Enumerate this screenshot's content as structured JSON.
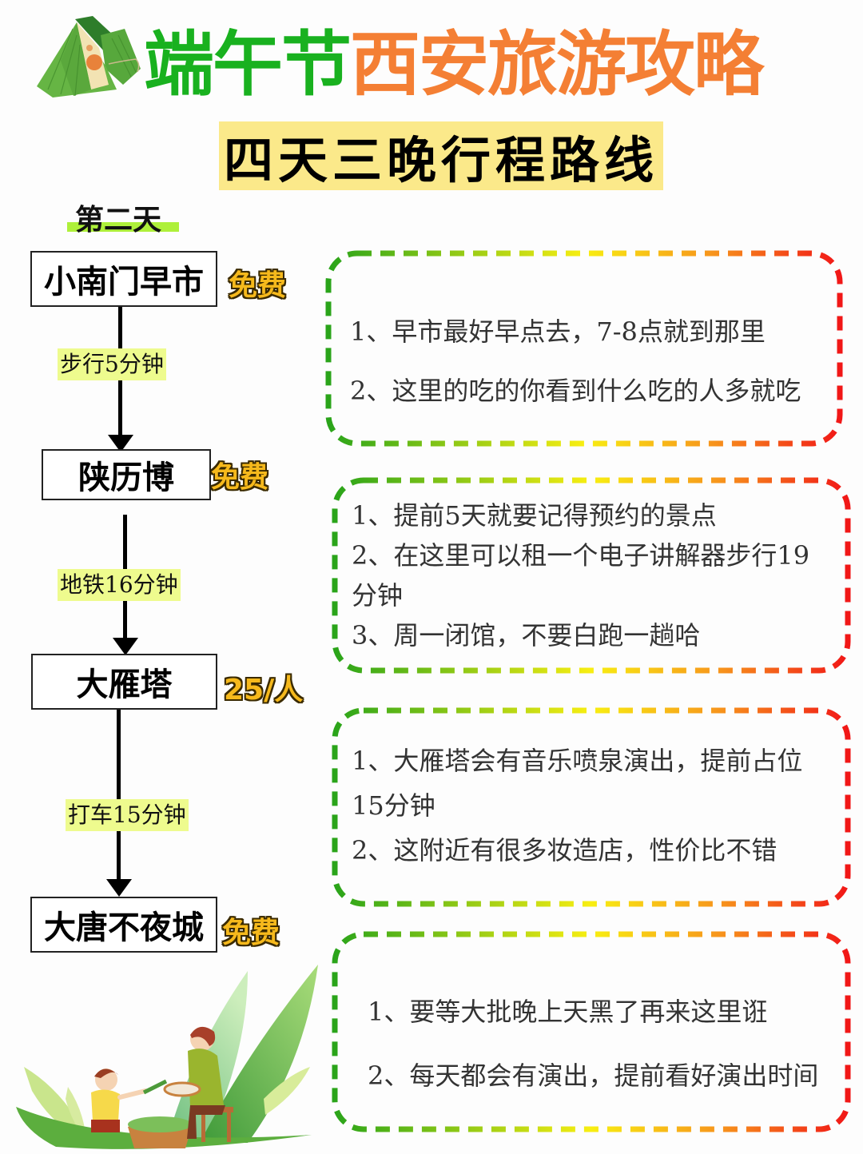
{
  "header": {
    "title_green": "端午节",
    "title_orange": "西安旅游攻略",
    "subtitle": "四天三晚行程路线",
    "day_label": "第二天",
    "icon": "zongzi-icon"
  },
  "colors": {
    "title_green": "#19b11f",
    "title_orange": "#f47f34",
    "subtitle_bg": "#fbe98a",
    "day_underline": "#aef03a",
    "badge": "#f6b91c",
    "transit_bg": "#eefb8e",
    "dash_gradient": [
      "#2aa41a",
      "#f8ee12",
      "#f11717"
    ]
  },
  "route": {
    "stops": [
      {
        "name": "小南门早市",
        "price": "免费"
      },
      {
        "name": "陕历博",
        "price": "免费"
      },
      {
        "name": "大雁塔",
        "price": "25/人"
      },
      {
        "name": "大唐不夜城",
        "price": "免费"
      }
    ],
    "transits": [
      {
        "label": "步行5分钟"
      },
      {
        "label": "地铁16分钟"
      },
      {
        "label": "打车15分钟"
      }
    ]
  },
  "tips": [
    {
      "lines": [
        "1、早市最好早点去，7-8点就到那里",
        "2、这里的吃的你看到什么吃的人多就吃"
      ]
    },
    {
      "lines": [
        "1、提前5天就要记得预约的景点",
        "2、在这里可以租一个电子讲解器步行19",
        "分钟",
        "3、周一闭馆，不要白跑一趟哈"
      ]
    },
    {
      "lines": [
        "1、大雁塔会有音乐喷泉演出，提前占位",
        "15分钟",
        "2、这附近有很多妆造店，性价比不错"
      ]
    },
    {
      "lines": [
        "1、要等大批晚上天黑了再来这里诳",
        "2、每天都会有演出，提前看好演出时间"
      ]
    }
  ],
  "illustration": {
    "name": "family-making-zongzi-illustration"
  }
}
